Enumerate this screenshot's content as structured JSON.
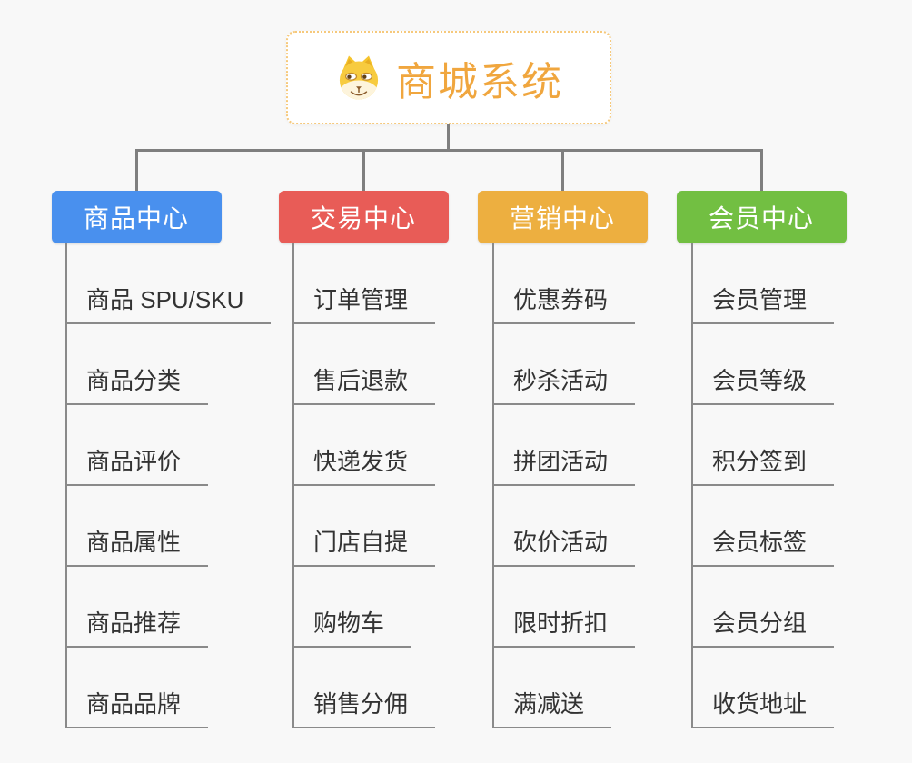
{
  "canvas": {
    "background": "#F8F8F8",
    "connector_color": "#7F7F7F",
    "child_line_color": "#8A8A8A",
    "leaf_text_color": "#333333"
  },
  "root": {
    "label": "商城系统",
    "icon": "dog-face-icon",
    "text_color": "#F0A63E",
    "border_color": "#F6C97C"
  },
  "branches": [
    {
      "name": "branch-product-center",
      "label": "商品中心",
      "color": "#4990EE",
      "children": [
        "商品 SPU/SKU",
        "商品分类",
        "商品评价",
        "商品属性",
        "商品推荐",
        "商品品牌"
      ]
    },
    {
      "name": "branch-trade-center",
      "label": "交易中心",
      "color": "#E85C57",
      "children": [
        "订单管理",
        "售后退款",
        "快递发货",
        "门店自提",
        "购物车",
        "销售分佣"
      ]
    },
    {
      "name": "branch-marketing-center",
      "label": "营销中心",
      "color": "#EDAF40",
      "children": [
        "优惠券码",
        "秒杀活动",
        "拼团活动",
        "砍价活动",
        "限时折扣",
        "满减送"
      ]
    },
    {
      "name": "branch-member-center",
      "label": "会员中心",
      "color": "#72BF42",
      "children": [
        "会员管理",
        "会员等级",
        "积分签到",
        "会员标签",
        "会员分组",
        "收货地址"
      ]
    }
  ]
}
